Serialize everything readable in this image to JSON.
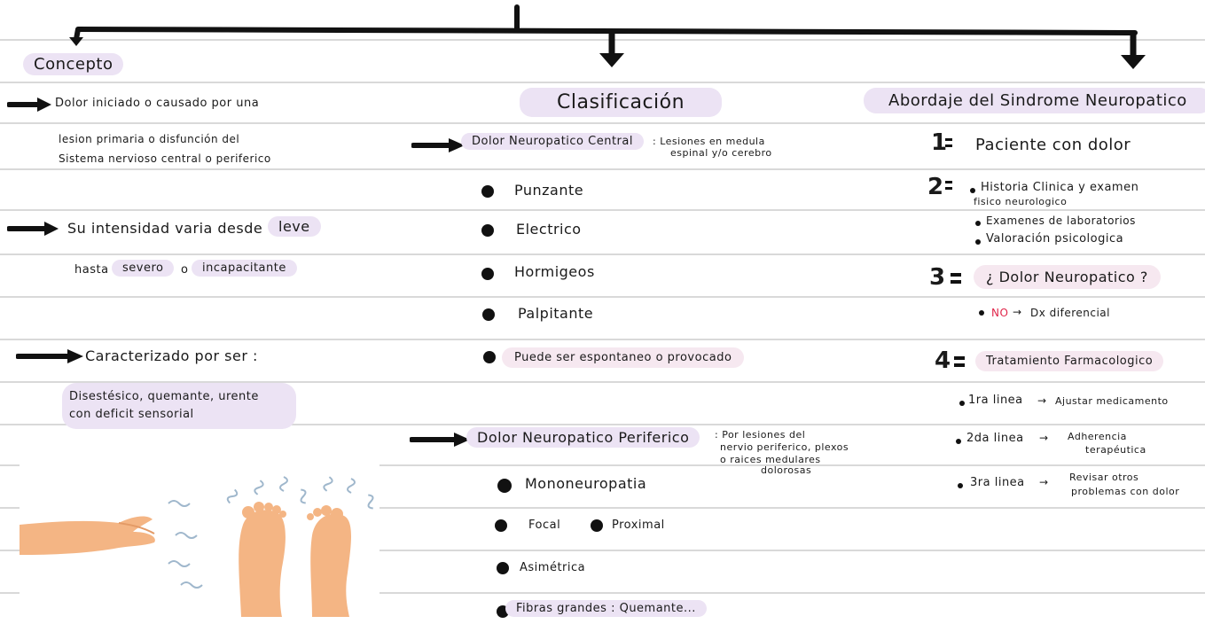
{
  "concepto": {
    "title": "Concepto",
    "item1_line1": "Dolor iniciado o causado por una",
    "item1_line2": "lesion primaria o disfunción del",
    "item1_line3": "Sistema nervioso central o periferico",
    "item2_line1": "Su intensidad varia desde",
    "item2_leve": "leve",
    "item2_hasta": "hasta",
    "item2_severo": "severo",
    "item2_o": "o",
    "item2_incap": "incapacitante",
    "item3_line1": "Caracterizado por ser :",
    "item3_line2": "Disestésico, quemante, urente",
    "item3_line3": "con deficit sensorial"
  },
  "clasificacion": {
    "title": "Clasificación",
    "central_label": "Dolor Neuropatico Central",
    "central_desc1": ": Lesiones en medula",
    "central_desc2": "espinal y/o cerebro",
    "central_items": [
      "Punzante",
      "Electrico",
      "Hormigeos",
      "Palpitante",
      "Puede ser espontaneo o provocado"
    ],
    "periferico_label": "Dolor Neuropatico Periferico",
    "periferico_desc1": ": Por lesiones del",
    "periferico_desc2": "nervio periferico, plexos",
    "periferico_desc3": "o raices medulares",
    "periferico_desc4": "dolorosas",
    "periferico_items": [
      "Mononeuropatia",
      "Focal",
      "Proximal",
      "Asimétrica",
      "Fibras grandes : Quemante..."
    ]
  },
  "abordaje": {
    "title": "Abordaje del Sindrome Neuropatico",
    "step1_num": "1",
    "step1": "Paciente con dolor",
    "step2_num": "2",
    "step2_a1": "Historia Clinica y examen",
    "step2_a2": "fisico neurologico",
    "step2_b": "Examenes de laboratorios",
    "step2_c": "Valoración psicologica",
    "step3_num": "3",
    "step3": "¿ Dolor Neuropatico ?",
    "step3_no": "NO",
    "step3_arrow": "→",
    "step3_dx": "Dx diferencial",
    "step4_num": "4",
    "step4": "Tratamiento Farmacologico",
    "line1": "1ra linea",
    "line1_desc": "Ajustar medicamento",
    "line2": "2da linea",
    "line2_desc1": "Adherencia",
    "line2_desc2": "terapéutica",
    "line3": "3ra linea",
    "line3_desc1": "Revisar otros",
    "line3_desc2": "problemas con dolor",
    "arrow": "→"
  },
  "colors": {
    "highlight_purple": "#ece3f4",
    "highlight_pink": "#f6e8f0",
    "ink": "#111111",
    "no_red": "#e0264a",
    "skin": "#f4b584",
    "nerve_blue": "#9fb7cc"
  },
  "image": {
    "icon": "neuropathic-feet-hand-illustration"
  }
}
